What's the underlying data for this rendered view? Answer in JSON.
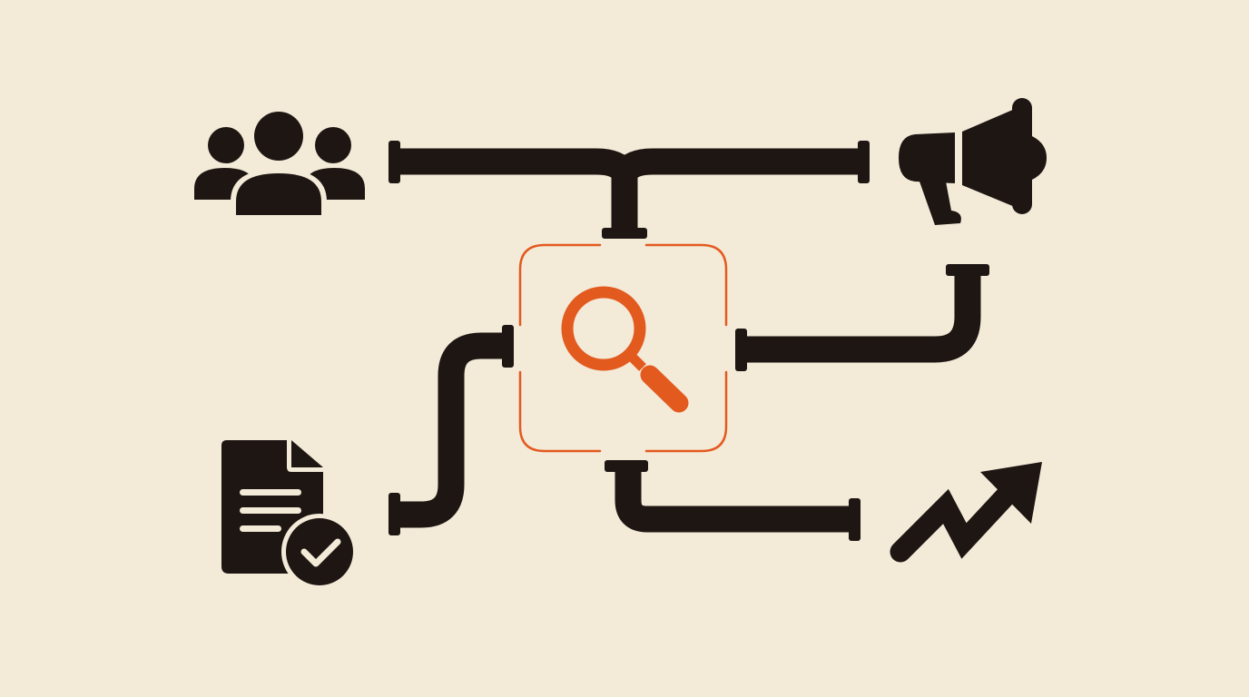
{
  "diagram": {
    "background_color": "#f3ead8",
    "pipe_color": "#1e1612",
    "accent_color": "#e35a1f",
    "hub": {
      "icon": "magnifier-icon"
    },
    "nodes": [
      {
        "id": "audience",
        "icon": "people-group-icon"
      },
      {
        "id": "announce",
        "icon": "megaphone-icon"
      },
      {
        "id": "document",
        "icon": "document-check-icon"
      },
      {
        "id": "growth",
        "icon": "trend-up-arrow-icon"
      }
    ]
  }
}
